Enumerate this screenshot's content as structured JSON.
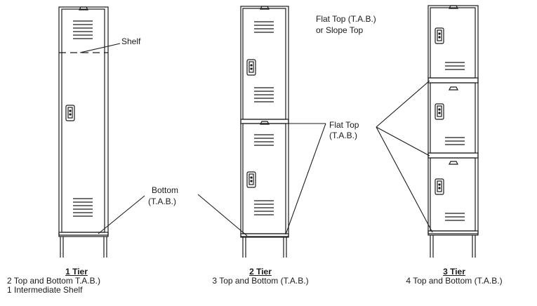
{
  "labels": {
    "shelf": "Shelf",
    "bottom": [
      "Bottom",
      "(T.A.B.)"
    ],
    "flat_top_slope": [
      "Flat Top (T.A.B.)",
      "or Slope Top"
    ],
    "flat_top": [
      "Flat Top",
      "(T.A.B.)"
    ]
  },
  "captions": {
    "one_tier": {
      "title": "1 Tier",
      "lines": [
        "2 Top and Bottom T.A.B.)",
        "1 Intermediate Shelf"
      ]
    },
    "two_tier": {
      "title": "2 Tier",
      "lines": [
        "3 Top and Bottom (T.A.B.)"
      ]
    },
    "three_tier": {
      "title": "3 Tier",
      "lines": [
        "4 Top and Bottom (T.A.B.)"
      ]
    }
  },
  "colors": {
    "line": "#1a1a1a",
    "text": "#1a1a1a",
    "background": "#ffffff"
  }
}
